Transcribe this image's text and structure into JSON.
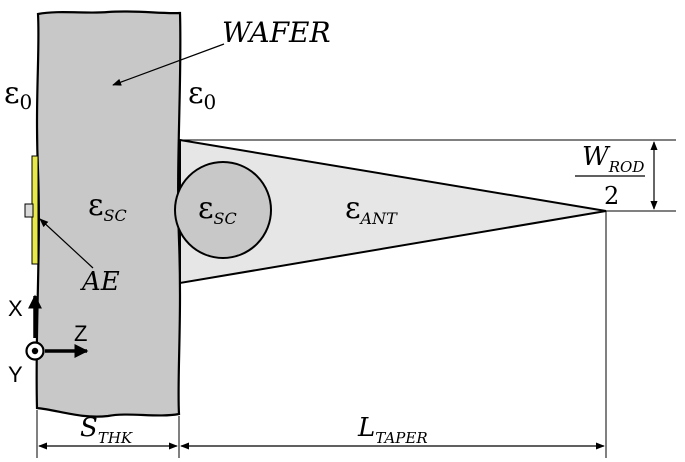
{
  "labels": {
    "wafer": "WAFER",
    "eps_left_sym": "ε",
    "eps_left_sub": "0",
    "eps_right_sym": "ε",
    "eps_right_sub": "0",
    "eps_wafer_sym": "ε",
    "eps_wafer_sub": "SC",
    "eps_ball_sym": "ε",
    "eps_ball_sub": "SC",
    "eps_ant_sym": "ε",
    "eps_ant_sub": "ANT",
    "ae": "AE",
    "w_rod_main": "W",
    "w_rod_sub": "ROD",
    "w_rod_den": "2",
    "s_thk_main": "S",
    "s_thk_sub": "THK",
    "l_taper_main": "L",
    "l_taper_sub": "TAPER"
  },
  "axes": {
    "x": "X",
    "y": "Y",
    "z": "Z"
  },
  "colors": {
    "wafer_fill": "#c8c8c8",
    "ball_fill": "#c8c8c8",
    "taper_fill": "#e6e6e6",
    "electrode_fill": "#e8e84a",
    "stroke": "#000000"
  }
}
